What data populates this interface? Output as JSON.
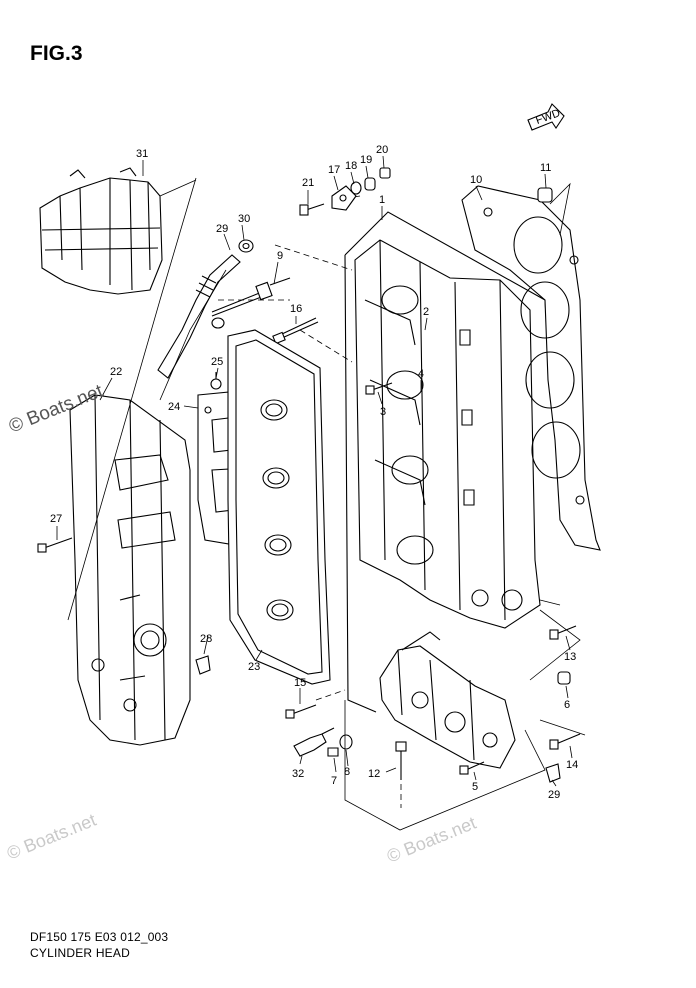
{
  "figure_label": "FIG.3",
  "direction_badge": "FWD",
  "footer": {
    "code": "DF150 175 E03 012_003",
    "title": "CYLINDER HEAD"
  },
  "watermarks": {
    "main": "© Boats.net",
    "faint": "© Boats.net"
  },
  "callouts": [
    "1",
    "2",
    "3",
    "4",
    "5",
    "6",
    "7",
    "8",
    "9",
    "10",
    "11",
    "12",
    "13",
    "14",
    "15",
    "16",
    "17",
    "18",
    "19",
    "20",
    "21",
    "22",
    "23",
    "24",
    "25",
    "27",
    "28",
    "29",
    "29",
    "30",
    "31",
    "32"
  ]
}
